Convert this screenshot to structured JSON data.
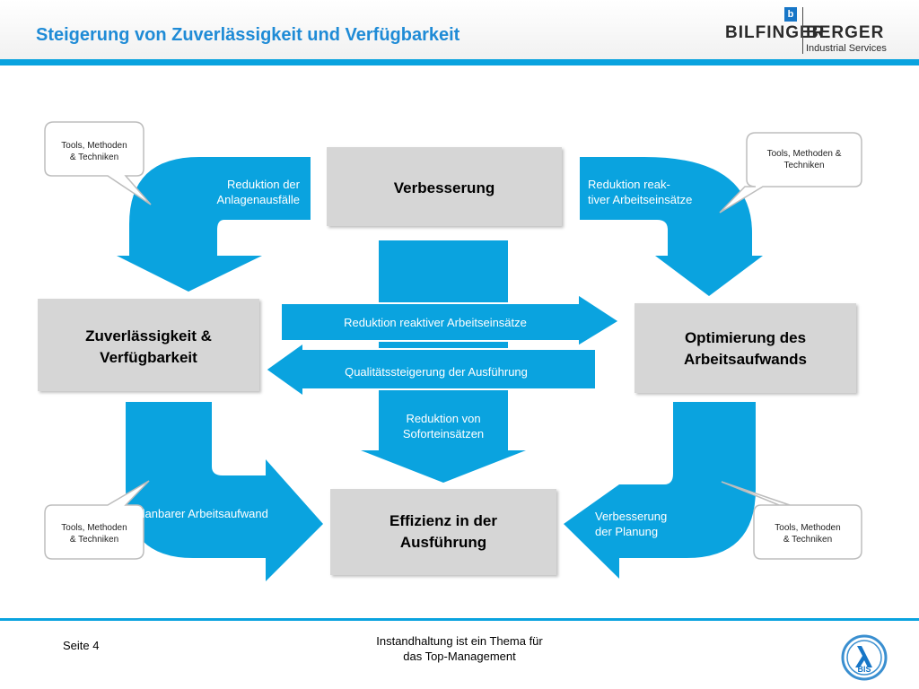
{
  "header": {
    "title": "Steigerung von Zuverlässigkeit und Verfügbarkeit",
    "logo": {
      "badge": "b",
      "brand_left": "BILFINGER",
      "brand_right": "BERGER",
      "subtitle": "Industrial Services"
    }
  },
  "boxes": {
    "top": [
      "Verbesserung"
    ],
    "left": [
      "Zuverlässigkeit &",
      "Verfügbarkeit"
    ],
    "right": [
      "Optimierung des",
      "Arbeitsaufwands"
    ],
    "bottom": [
      "Effizienz in der",
      "Ausführung"
    ]
  },
  "arrows": {
    "top_left": [
      "Reduktion der",
      "Anlagenausfälle"
    ],
    "top_right": [
      "Reduktion reak-",
      "tiver Arbeitseinsätze"
    ],
    "middle_right": "Reduktion reaktiver Arbeitseinsätze",
    "middle_left": "Qualitätssteigerung der Ausführung",
    "center_down": [
      "Reduktion von",
      "Soforteinsätzen"
    ],
    "bottom_left": "Planbarer Arbeitsaufwand",
    "bottom_right": [
      "Verbesserung",
      "der Planung"
    ]
  },
  "callouts": {
    "top_left": [
      "Tools, Methoden",
      "& Techniken"
    ],
    "top_right": [
      "Tools, Methoden &",
      "Techniken"
    ],
    "bottom_left": [
      "Tools, Methoden",
      "& Techniken"
    ],
    "bottom_right": [
      "Tools, Methoden",
      "& Techniken"
    ]
  },
  "footer": {
    "page": "Seite 4",
    "center": [
      "Instandhaltung ist ein Thema für",
      "das Top-Management"
    ],
    "bis_label": "BIS"
  },
  "colors": {
    "accent": "#0aa3df",
    "title": "#1f8bd6",
    "box_gray": "#d6d6d6"
  }
}
